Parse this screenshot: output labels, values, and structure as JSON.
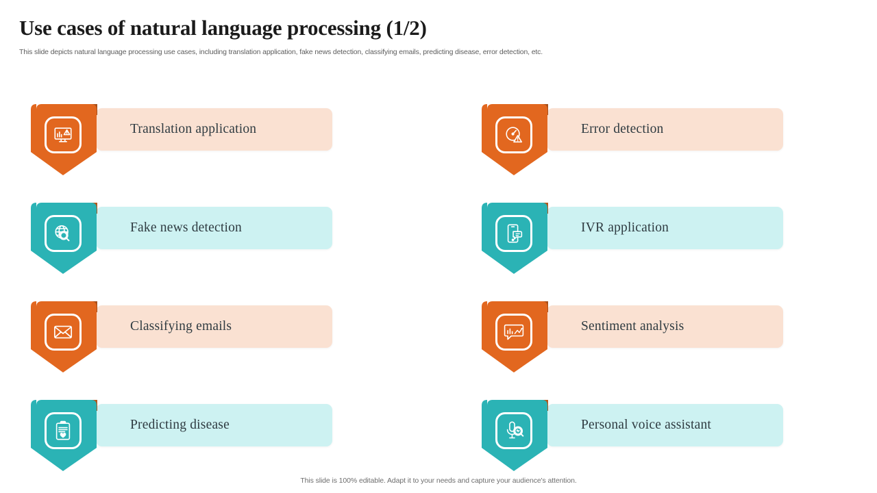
{
  "header": {
    "title": "Use cases of natural language processing (1/2)",
    "subtitle": "This slide depicts natural language processing use cases, including translation application, fake news detection, classifying emails, predicting disease, error detection, etc."
  },
  "colors": {
    "orange": "#e2671f",
    "orange_light_bar": "#fae1d2",
    "teal": "#2bb3b5",
    "teal_light_bar": "#cdf2f2",
    "fold_orange": "#a8501a",
    "fold_teal": "#b3581d",
    "title_text": "#1b1b1b",
    "subtitle_text": "#5d5d5d",
    "label_text": "#2f3b41",
    "footer_text": "#6d6d6d",
    "icon_white": "#ffffff"
  },
  "items": [
    {
      "label": "Translation application",
      "theme": "orange",
      "icon": "monitor-warning-icon",
      "column": "left",
      "row": 1
    },
    {
      "label": "Error detection",
      "theme": "orange",
      "icon": "gauge-warning-icon",
      "column": "right",
      "row": 1
    },
    {
      "label": "Fake news detection",
      "theme": "teal",
      "icon": "globe-search-icon",
      "column": "left",
      "row": 2
    },
    {
      "label": "IVR application",
      "theme": "teal",
      "icon": "smartphone-message-icon",
      "column": "right",
      "row": 2
    },
    {
      "label": "Classifying emails",
      "theme": "orange",
      "icon": "envelope-icon",
      "column": "left",
      "row": 3
    },
    {
      "label": "Sentiment analysis",
      "theme": "orange",
      "icon": "speech-chart-icon",
      "column": "right",
      "row": 3
    },
    {
      "label": "Predicting disease",
      "theme": "teal",
      "icon": "medical-clipboard-icon",
      "column": "left",
      "row": 4
    },
    {
      "label": "Personal voice assistant",
      "theme": "teal",
      "icon": "microphone-search-icon",
      "column": "right",
      "row": 4
    }
  ],
  "footer": {
    "note": "This slide is 100% editable. Adapt it to your needs and capture your audience's attention."
  }
}
